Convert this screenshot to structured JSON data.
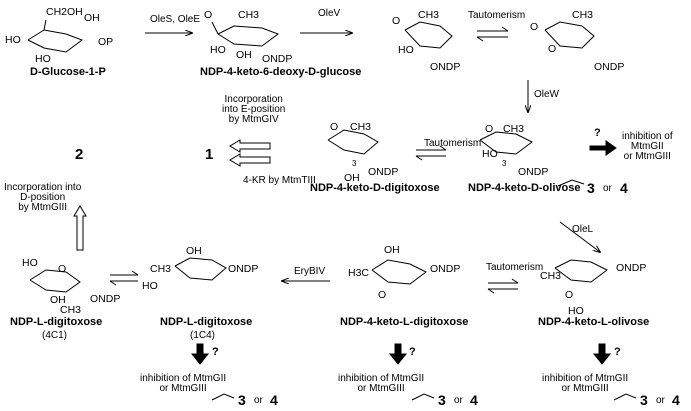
{
  "compounds": {
    "glucose_1p": "D-Glucose-1-P",
    "keto_deoxy_glucose": "NDP-4-keto-6-deoxy-D-glucose",
    "keto_d_digitoxose": "NDP-4-keto-D-digitoxose",
    "keto_d_olivose": "NDP-4-keto-D-olivose",
    "keto_l_olivose": "NDP-4-keto-L-olivose",
    "keto_l_digitoxose": "NDP-4-keto-L-digitoxose",
    "l_digitoxose_1c4": "NDP-L-digitoxose",
    "l_digitoxose_1c4_conf": "(1C4)",
    "l_digitoxose_4c1": "NDP-L-digitoxose",
    "l_digitoxose_4c1_conf": "(4C1)"
  },
  "enzymes": {
    "oles_olee": "OleS, OleE",
    "olev": "OleV",
    "olew": "OleW",
    "olel": "OleL",
    "erybiv": "EryBIV",
    "kr": "4-KR by MtmTIII"
  },
  "notes": {
    "tautomerism": "Tautomerism",
    "incorporation_e": "Incorporation\ninto E-position\nby MtmGIV",
    "incorporation_d": "Incorporation into\nD-position\nby MtmGIII",
    "inhibition": "inhibition of\nMtmGII\nor MtmGIII",
    "inhibition_inline": "inhibition of MtmGII\nor MtmGIII",
    "question": "?",
    "or": "or"
  },
  "products": {
    "p1": "1",
    "p2": "2",
    "p3": "3",
    "p4": "4"
  },
  "atoms": {
    "OH": "OH",
    "HO": "HO",
    "O": "O",
    "OP": "OP",
    "ONDP": "ONDP",
    "CH2OH": "CH2OH",
    "CH3": "CH3",
    "H3C": "H3C",
    "three": "3"
  }
}
